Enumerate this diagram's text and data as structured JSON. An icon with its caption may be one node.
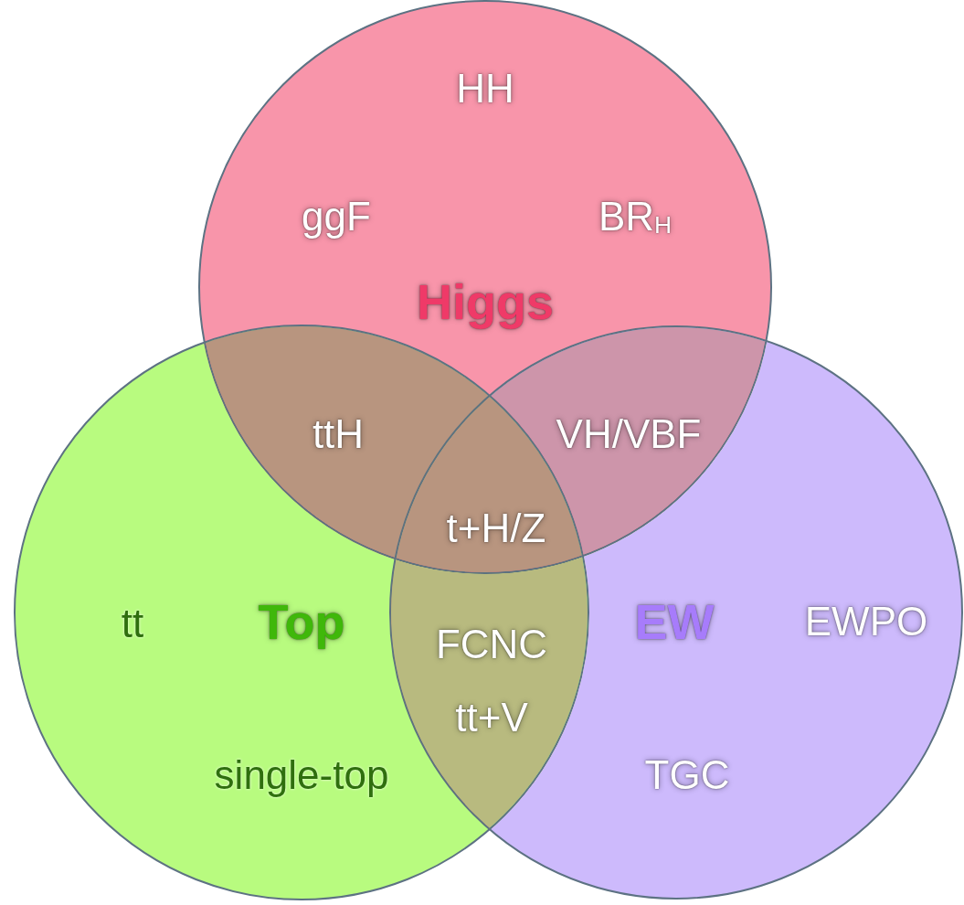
{
  "diagram": {
    "nodes": [
      {
        "text": [
          "Higgs"
        ]
      },
      {
        "text": [
          "Top"
        ]
      },
      {
        "text": [
          "EW"
        ]
      }
    ],
    "labels": [
      "HH",
      "ggF",
      "BR$_{H}$",
      "ttH",
      "VH/VBF",
      "t+H/Z",
      "tt",
      "FCNC",
      "EWPO",
      "tt+V",
      "single-top",
      "TGC"
    ]
  }
}
